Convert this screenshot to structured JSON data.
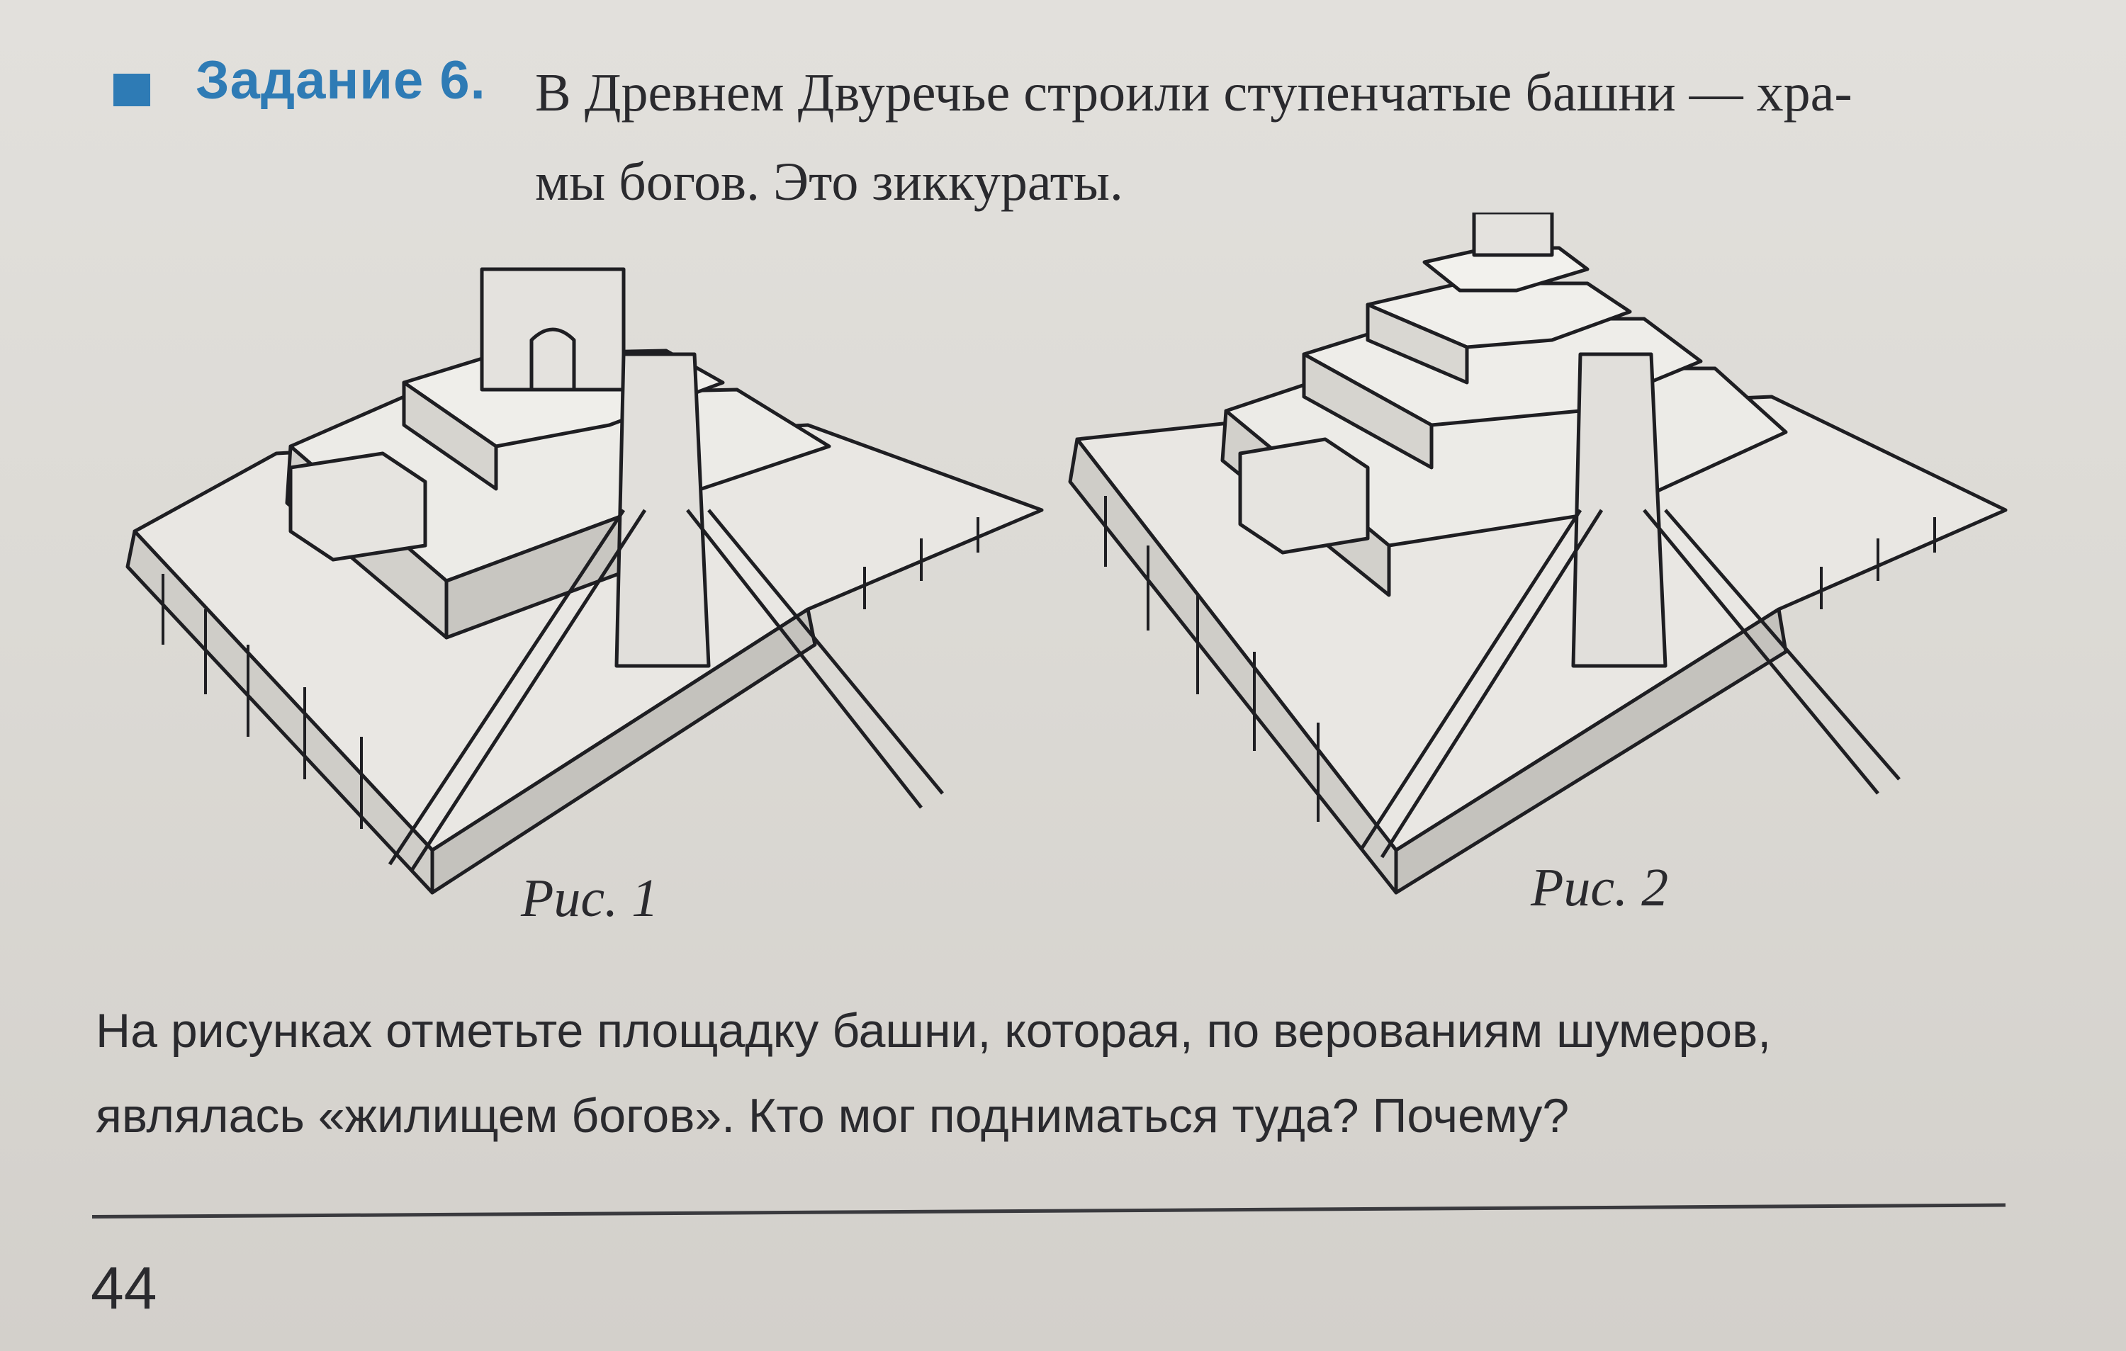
{
  "task": {
    "label": "Задание 6.",
    "intro_line1": "В Древнем Двуречье строили ступенчатые башни — хра-",
    "intro_line2": "мы богов. Это зиккураты.",
    "marker_color": "#2e7bb5"
  },
  "figures": [
    {
      "caption": "Рис. 1",
      "tiers": 2
    },
    {
      "caption": "Рис. 2",
      "tiers": 4
    }
  ],
  "question": {
    "line1": "На рисунках отметьте площадку башни, которая, по верованиям шумеров,",
    "line2": "являлась «жилищем богов». Кто мог подниматься туда? Почему?"
  },
  "page_number": "44"
}
